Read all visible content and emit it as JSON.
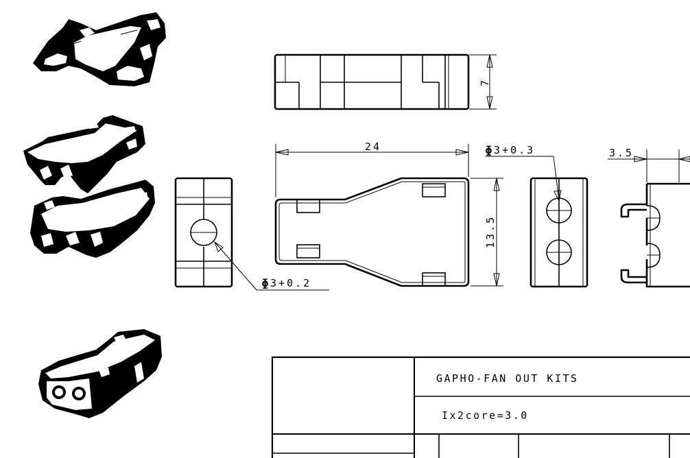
{
  "dimensions": {
    "height": "7",
    "length": "24",
    "width": "13.5",
    "right_side": "3.5",
    "hole_front": "3+0.2",
    "hole_right": "3+0.3",
    "diameter_symbol": "ɸ"
  },
  "title_block": {
    "title": "GAPHO-FAN OUT KITS",
    "spec": "Ix2core=3.0"
  }
}
